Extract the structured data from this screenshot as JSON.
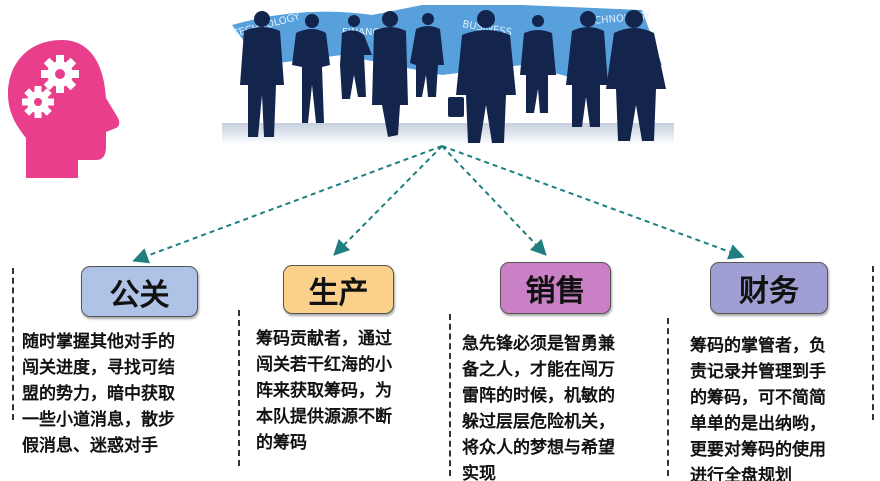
{
  "banner": {
    "image_words": [
      "TECHNOLOGY",
      "FINANCE",
      "BUSINESS",
      "TECHNOLOGY"
    ]
  },
  "icon": {
    "name": "head-gears-icon",
    "color": "#e83e8c"
  },
  "arrow_color": "#1f7f80",
  "departments": [
    {
      "title": "公关",
      "color": "#aec3e6",
      "text": "随时掌握其他对手的\n闯关进度，寻找可结\n盟的势力，暗中获取\n一些小道消息，散步\n假消息、迷惑对手"
    },
    {
      "title": "生产",
      "color": "#fbd08a",
      "text": "筹码贡献者，通过\n闯关若干红海的小\n阵来获取筹码，为\n本队提供源源不断\n的筹码"
    },
    {
      "title": "销售",
      "color": "#c980c4",
      "text": "急先锋必须是智勇兼\n备之人，才能在闯万\n雷阵的时候，机敏的\n躲过层层危险机关，\n将众人的梦想与希望\n实现"
    },
    {
      "title": "财务",
      "color": "#9f9fd3",
      "text": "筹码的掌管者，负\n责记录并管理到手\n的筹码，可不简简\n单单的是出纳哟，\n更要对筹码的使用\n进行全盘规划"
    }
  ]
}
